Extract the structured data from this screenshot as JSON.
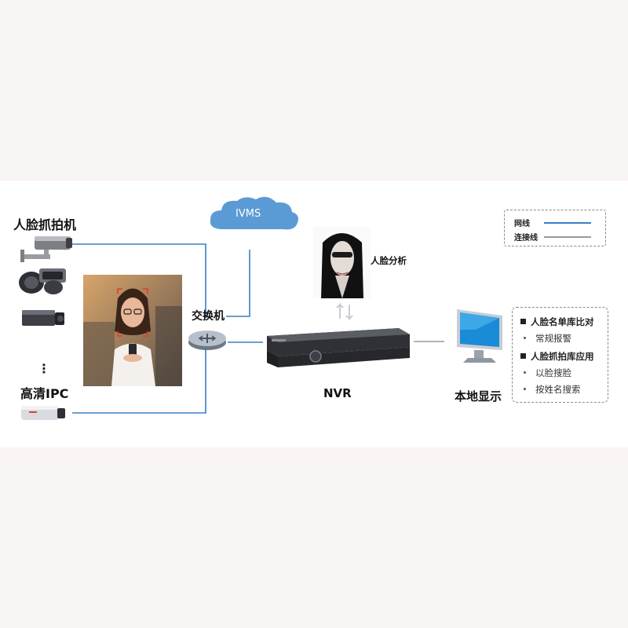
{
  "labels": {
    "face_camera": "人脸抓拍机",
    "hd_ipc": "高清IPC",
    "ellipsis": "⋮",
    "switch": "交换机",
    "ivms": "IVMS",
    "face_analysis": "人脸分析",
    "nvr": "NVR",
    "local_display": "本地显示"
  },
  "legend": {
    "network": "网线",
    "connection": "连接线"
  },
  "info": {
    "section1": "人脸名单库比对",
    "section1_items": [
      "常规报警"
    ],
    "section2": "人脸抓拍库应用",
    "section2_items": [
      "以脸搜脸",
      "按姓名搜索"
    ]
  },
  "colors": {
    "network_line": "#3a7ec6",
    "connection_line": "#9a9a9a",
    "cloud": "#5b9bd5",
    "accent_red": "#e83a2a"
  },
  "icons": {
    "cameras": [
      "bullet-camera-icon",
      "dome-camera-icon",
      "box-camera-icon",
      "hd-ipc-camera-icon"
    ],
    "cloud": "cloud-icon",
    "switch": "network-switch-icon",
    "nvr": "nvr-device-icon",
    "monitor": "monitor-icon",
    "sync": "sync-arrows-icon"
  }
}
